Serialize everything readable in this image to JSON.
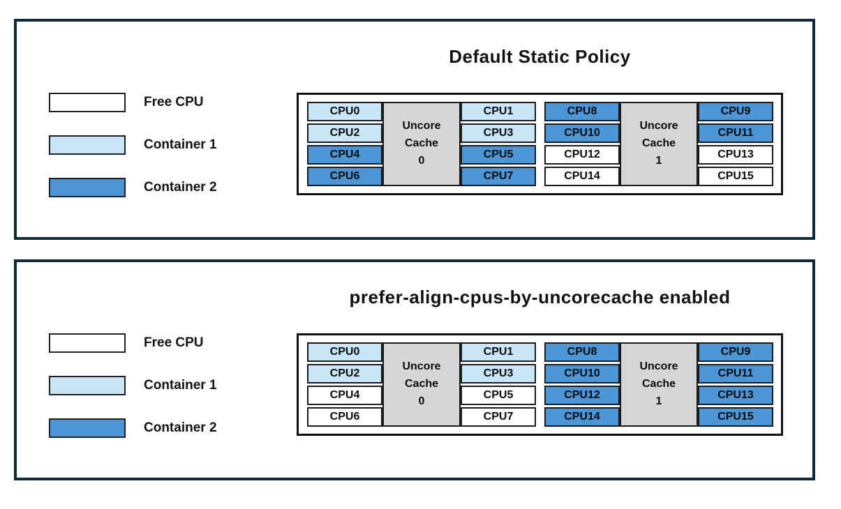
{
  "colors": {
    "free": "#FFFFFF",
    "container1": "#C8E6F7",
    "container2": "#4C96D8",
    "cache": "#D6D6D6",
    "panel_border": "#0D2B3A"
  },
  "legend": {
    "items": [
      {
        "key": "free",
        "label": "Free CPU"
      },
      {
        "key": "container1",
        "label": "Container 1"
      },
      {
        "key": "container2",
        "label": "Container 2"
      }
    ]
  },
  "panels": [
    {
      "title": "Default Static Policy",
      "groups": [
        {
          "cache_label": "Uncore Cache 0",
          "cache_lines": [
            "Uncore",
            "Cache",
            "0"
          ],
          "left": [
            {
              "label": "CPU0",
              "state": "container1"
            },
            {
              "label": "CPU2",
              "state": "container1"
            },
            {
              "label": "CPU4",
              "state": "container2"
            },
            {
              "label": "CPU6",
              "state": "container2"
            }
          ],
          "right": [
            {
              "label": "CPU1",
              "state": "container1"
            },
            {
              "label": "CPU3",
              "state": "container1"
            },
            {
              "label": "CPU5",
              "state": "container2"
            },
            {
              "label": "CPU7",
              "state": "container2"
            }
          ]
        },
        {
          "cache_label": "Uncore Cache 1",
          "cache_lines": [
            "Uncore",
            "Cache",
            "1"
          ],
          "left": [
            {
              "label": "CPU8",
              "state": "container2"
            },
            {
              "label": "CPU10",
              "state": "container2"
            },
            {
              "label": "CPU12",
              "state": "free"
            },
            {
              "label": "CPU14",
              "state": "free"
            }
          ],
          "right": [
            {
              "label": "CPU9",
              "state": "container2"
            },
            {
              "label": "CPU11",
              "state": "container2"
            },
            {
              "label": "CPU13",
              "state": "free"
            },
            {
              "label": "CPU15",
              "state": "free"
            }
          ]
        }
      ]
    },
    {
      "title": "prefer-align-cpus-by-uncorecache enabled",
      "groups": [
        {
          "cache_label": "Uncore Cache 0",
          "cache_lines": [
            "Uncore",
            "Cache",
            "0"
          ],
          "left": [
            {
              "label": "CPU0",
              "state": "container1"
            },
            {
              "label": "CPU2",
              "state": "container1"
            },
            {
              "label": "CPU4",
              "state": "free"
            },
            {
              "label": "CPU6",
              "state": "free"
            }
          ],
          "right": [
            {
              "label": "CPU1",
              "state": "container1"
            },
            {
              "label": "CPU3",
              "state": "container1"
            },
            {
              "label": "CPU5",
              "state": "free"
            },
            {
              "label": "CPU7",
              "state": "free"
            }
          ]
        },
        {
          "cache_label": "Uncore Cache 1",
          "cache_lines": [
            "Uncore",
            "Cache",
            "1"
          ],
          "left": [
            {
              "label": "CPU8",
              "state": "container2"
            },
            {
              "label": "CPU10",
              "state": "container2"
            },
            {
              "label": "CPU12",
              "state": "container2"
            },
            {
              "label": "CPU14",
              "state": "container2"
            }
          ],
          "right": [
            {
              "label": "CPU9",
              "state": "container2"
            },
            {
              "label": "CPU11",
              "state": "container2"
            },
            {
              "label": "CPU13",
              "state": "container2"
            },
            {
              "label": "CPU15",
              "state": "container2"
            }
          ]
        }
      ]
    }
  ]
}
